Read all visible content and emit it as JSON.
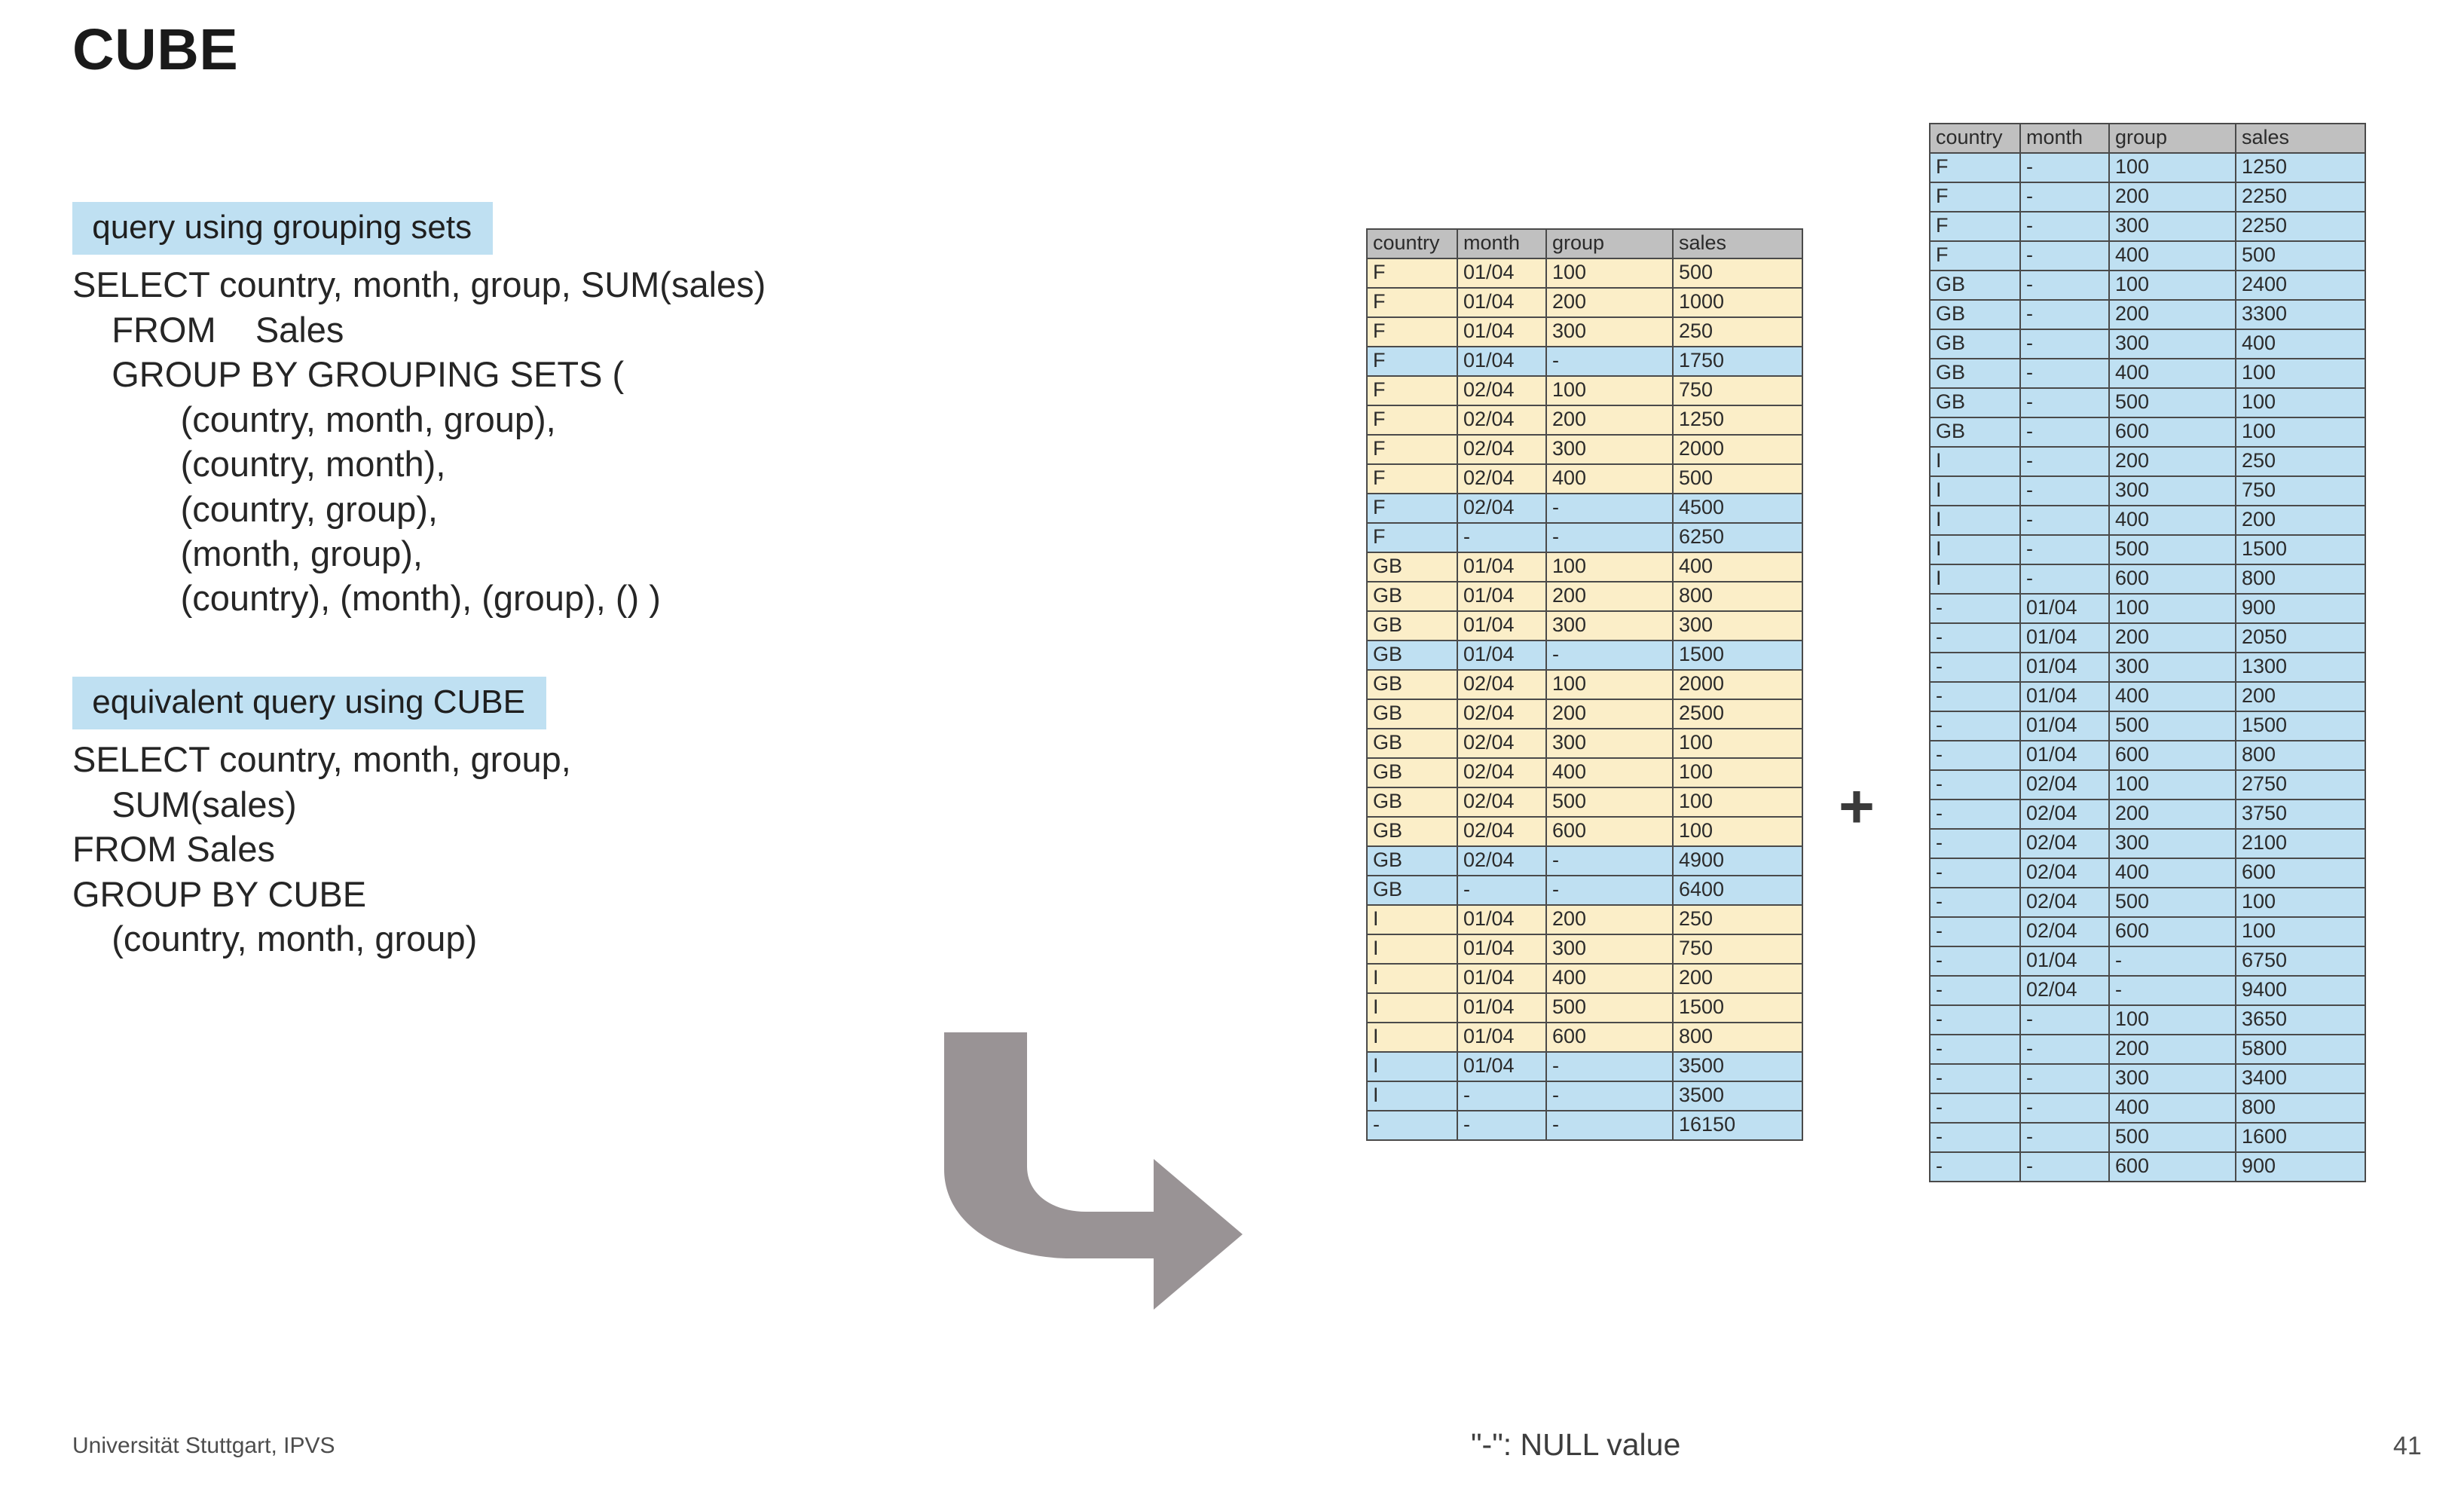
{
  "slide": {
    "title": "CUBE",
    "page_number": "41",
    "footer": "Universität Stuttgart, IPVS",
    "null_caption": "\"-\": NULL value",
    "plus_symbol": "+",
    "highlight_color": "#bfe0f2",
    "detail_row_color": "#fbeec8",
    "aggregate_row_color": "#bfe0f2",
    "header_color": "#c0c0c0",
    "arrow_color": "#999395"
  },
  "queries": [
    {
      "heading": " query using grouping sets ",
      "lines": [
        "SELECT country, month, group, SUM(sales)",
        "    FROM    Sales",
        "    GROUP BY GROUPING SETS (",
        "           (country, month, group),",
        "           (country, month),",
        "           (country, group),",
        "           (month, group),",
        "           (country), (month), (group), () )"
      ]
    },
    {
      "heading": " equivalent query using CUBE ",
      "lines": [
        "SELECT country, month, group,",
        "    SUM(sales)",
        "FROM Sales",
        "GROUP BY CUBE",
        "    (country, month, group)"
      ]
    }
  ],
  "chart_data": {
    "type": "table",
    "title": "CUBE result decomposition",
    "columns": [
      "country",
      "month",
      "group",
      "sales"
    ],
    "tables": [
      {
        "name": "grouping-sets-result-left",
        "rows": [
          {
            "country": "F",
            "month": "01/04",
            "group": "100",
            "sales": "500",
            "kind": "detail"
          },
          {
            "country": "F",
            "month": "01/04",
            "group": "200",
            "sales": "1000",
            "kind": "detail"
          },
          {
            "country": "F",
            "month": "01/04",
            "group": "300",
            "sales": "250",
            "kind": "detail"
          },
          {
            "country": "F",
            "month": "01/04",
            "group": "-",
            "sales": "1750",
            "kind": "agg"
          },
          {
            "country": "F",
            "month": "02/04",
            "group": "100",
            "sales": "750",
            "kind": "detail"
          },
          {
            "country": "F",
            "month": "02/04",
            "group": "200",
            "sales": "1250",
            "kind": "detail"
          },
          {
            "country": "F",
            "month": "02/04",
            "group": "300",
            "sales": "2000",
            "kind": "detail"
          },
          {
            "country": "F",
            "month": "02/04",
            "group": "400",
            "sales": "500",
            "kind": "detail"
          },
          {
            "country": "F",
            "month": "02/04",
            "group": "-",
            "sales": "4500",
            "kind": "agg"
          },
          {
            "country": "F",
            "month": "-",
            "group": "-",
            "sales": "6250",
            "kind": "agg"
          },
          {
            "country": "GB",
            "month": "01/04",
            "group": "100",
            "sales": "400",
            "kind": "detail"
          },
          {
            "country": "GB",
            "month": "01/04",
            "group": "200",
            "sales": "800",
            "kind": "detail"
          },
          {
            "country": "GB",
            "month": "01/04",
            "group": "300",
            "sales": "300",
            "kind": "detail"
          },
          {
            "country": "GB",
            "month": "01/04",
            "group": "-",
            "sales": "1500",
            "kind": "agg"
          },
          {
            "country": "GB",
            "month": "02/04",
            "group": "100",
            "sales": "2000",
            "kind": "detail"
          },
          {
            "country": "GB",
            "month": "02/04",
            "group": "200",
            "sales": "2500",
            "kind": "detail"
          },
          {
            "country": "GB",
            "month": "02/04",
            "group": "300",
            "sales": "100",
            "kind": "detail"
          },
          {
            "country": "GB",
            "month": "02/04",
            "group": "400",
            "sales": "100",
            "kind": "detail"
          },
          {
            "country": "GB",
            "month": "02/04",
            "group": "500",
            "sales": "100",
            "kind": "detail"
          },
          {
            "country": "GB",
            "month": "02/04",
            "group": "600",
            "sales": "100",
            "kind": "detail"
          },
          {
            "country": "GB",
            "month": "02/04",
            "group": "-",
            "sales": "4900",
            "kind": "agg"
          },
          {
            "country": "GB",
            "month": "-",
            "group": "-",
            "sales": "6400",
            "kind": "agg"
          },
          {
            "country": "I",
            "month": "01/04",
            "group": "200",
            "sales": "250",
            "kind": "detail"
          },
          {
            "country": "I",
            "month": "01/04",
            "group": "300",
            "sales": "750",
            "kind": "detail"
          },
          {
            "country": "I",
            "month": "01/04",
            "group": "400",
            "sales": "200",
            "kind": "detail"
          },
          {
            "country": "I",
            "month": "01/04",
            "group": "500",
            "sales": "1500",
            "kind": "detail"
          },
          {
            "country": "I",
            "month": "01/04",
            "group": "600",
            "sales": "800",
            "kind": "detail"
          },
          {
            "country": "I",
            "month": "01/04",
            "group": "-",
            "sales": "3500",
            "kind": "agg"
          },
          {
            "country": "I",
            "month": "-",
            "group": "-",
            "sales": "3500",
            "kind": "agg"
          },
          {
            "country": "-",
            "month": "-",
            "group": "-",
            "sales": "16150",
            "kind": "agg"
          }
        ]
      },
      {
        "name": "grouping-sets-result-right",
        "rows": [
          {
            "country": "F",
            "month": "-",
            "group": "100",
            "sales": "1250",
            "kind": "agg"
          },
          {
            "country": "F",
            "month": "-",
            "group": "200",
            "sales": "2250",
            "kind": "agg"
          },
          {
            "country": "F",
            "month": "-",
            "group": "300",
            "sales": "2250",
            "kind": "agg"
          },
          {
            "country": "F",
            "month": "-",
            "group": "400",
            "sales": "500",
            "kind": "agg"
          },
          {
            "country": "GB",
            "month": "-",
            "group": "100",
            "sales": "2400",
            "kind": "agg"
          },
          {
            "country": "GB",
            "month": "-",
            "group": "200",
            "sales": "3300",
            "kind": "agg"
          },
          {
            "country": "GB",
            "month": "-",
            "group": "300",
            "sales": "400",
            "kind": "agg"
          },
          {
            "country": "GB",
            "month": "-",
            "group": "400",
            "sales": "100",
            "kind": "agg"
          },
          {
            "country": "GB",
            "month": "-",
            "group": "500",
            "sales": "100",
            "kind": "agg"
          },
          {
            "country": "GB",
            "month": "-",
            "group": "600",
            "sales": "100",
            "kind": "agg"
          },
          {
            "country": "I",
            "month": "-",
            "group": "200",
            "sales": "250",
            "kind": "agg"
          },
          {
            "country": "I",
            "month": "-",
            "group": "300",
            "sales": "750",
            "kind": "agg"
          },
          {
            "country": "I",
            "month": "-",
            "group": "400",
            "sales": "200",
            "kind": "agg"
          },
          {
            "country": "I",
            "month": "-",
            "group": "500",
            "sales": "1500",
            "kind": "agg"
          },
          {
            "country": "I",
            "month": "-",
            "group": "600",
            "sales": "800",
            "kind": "agg"
          },
          {
            "country": "-",
            "month": "01/04",
            "group": "100",
            "sales": "900",
            "kind": "agg"
          },
          {
            "country": "-",
            "month": "01/04",
            "group": "200",
            "sales": "2050",
            "kind": "agg"
          },
          {
            "country": "-",
            "month": "01/04",
            "group": "300",
            "sales": "1300",
            "kind": "agg"
          },
          {
            "country": "-",
            "month": "01/04",
            "group": "400",
            "sales": "200",
            "kind": "agg"
          },
          {
            "country": "-",
            "month": "01/04",
            "group": "500",
            "sales": "1500",
            "kind": "agg"
          },
          {
            "country": "-",
            "month": "01/04",
            "group": "600",
            "sales": "800",
            "kind": "agg"
          },
          {
            "country": "-",
            "month": "02/04",
            "group": "100",
            "sales": "2750",
            "kind": "agg"
          },
          {
            "country": "-",
            "month": "02/04",
            "group": "200",
            "sales": "3750",
            "kind": "agg"
          },
          {
            "country": "-",
            "month": "02/04",
            "group": "300",
            "sales": "2100",
            "kind": "agg"
          },
          {
            "country": "-",
            "month": "02/04",
            "group": "400",
            "sales": "600",
            "kind": "agg"
          },
          {
            "country": "-",
            "month": "02/04",
            "group": "500",
            "sales": "100",
            "kind": "agg"
          },
          {
            "country": "-",
            "month": "02/04",
            "group": "600",
            "sales": "100",
            "kind": "agg"
          },
          {
            "country": "-",
            "month": "01/04",
            "group": "-",
            "sales": "6750",
            "kind": "agg"
          },
          {
            "country": "-",
            "month": "02/04",
            "group": "-",
            "sales": "9400",
            "kind": "agg"
          },
          {
            "country": "-",
            "month": "-",
            "group": "100",
            "sales": "3650",
            "kind": "agg"
          },
          {
            "country": "-",
            "month": "-",
            "group": "200",
            "sales": "5800",
            "kind": "agg"
          },
          {
            "country": "-",
            "month": "-",
            "group": "300",
            "sales": "3400",
            "kind": "agg"
          },
          {
            "country": "-",
            "month": "-",
            "group": "400",
            "sales": "800",
            "kind": "agg"
          },
          {
            "country": "-",
            "month": "-",
            "group": "500",
            "sales": "1600",
            "kind": "agg"
          },
          {
            "country": "-",
            "month": "-",
            "group": "600",
            "sales": "900",
            "kind": "agg"
          }
        ]
      }
    ]
  }
}
